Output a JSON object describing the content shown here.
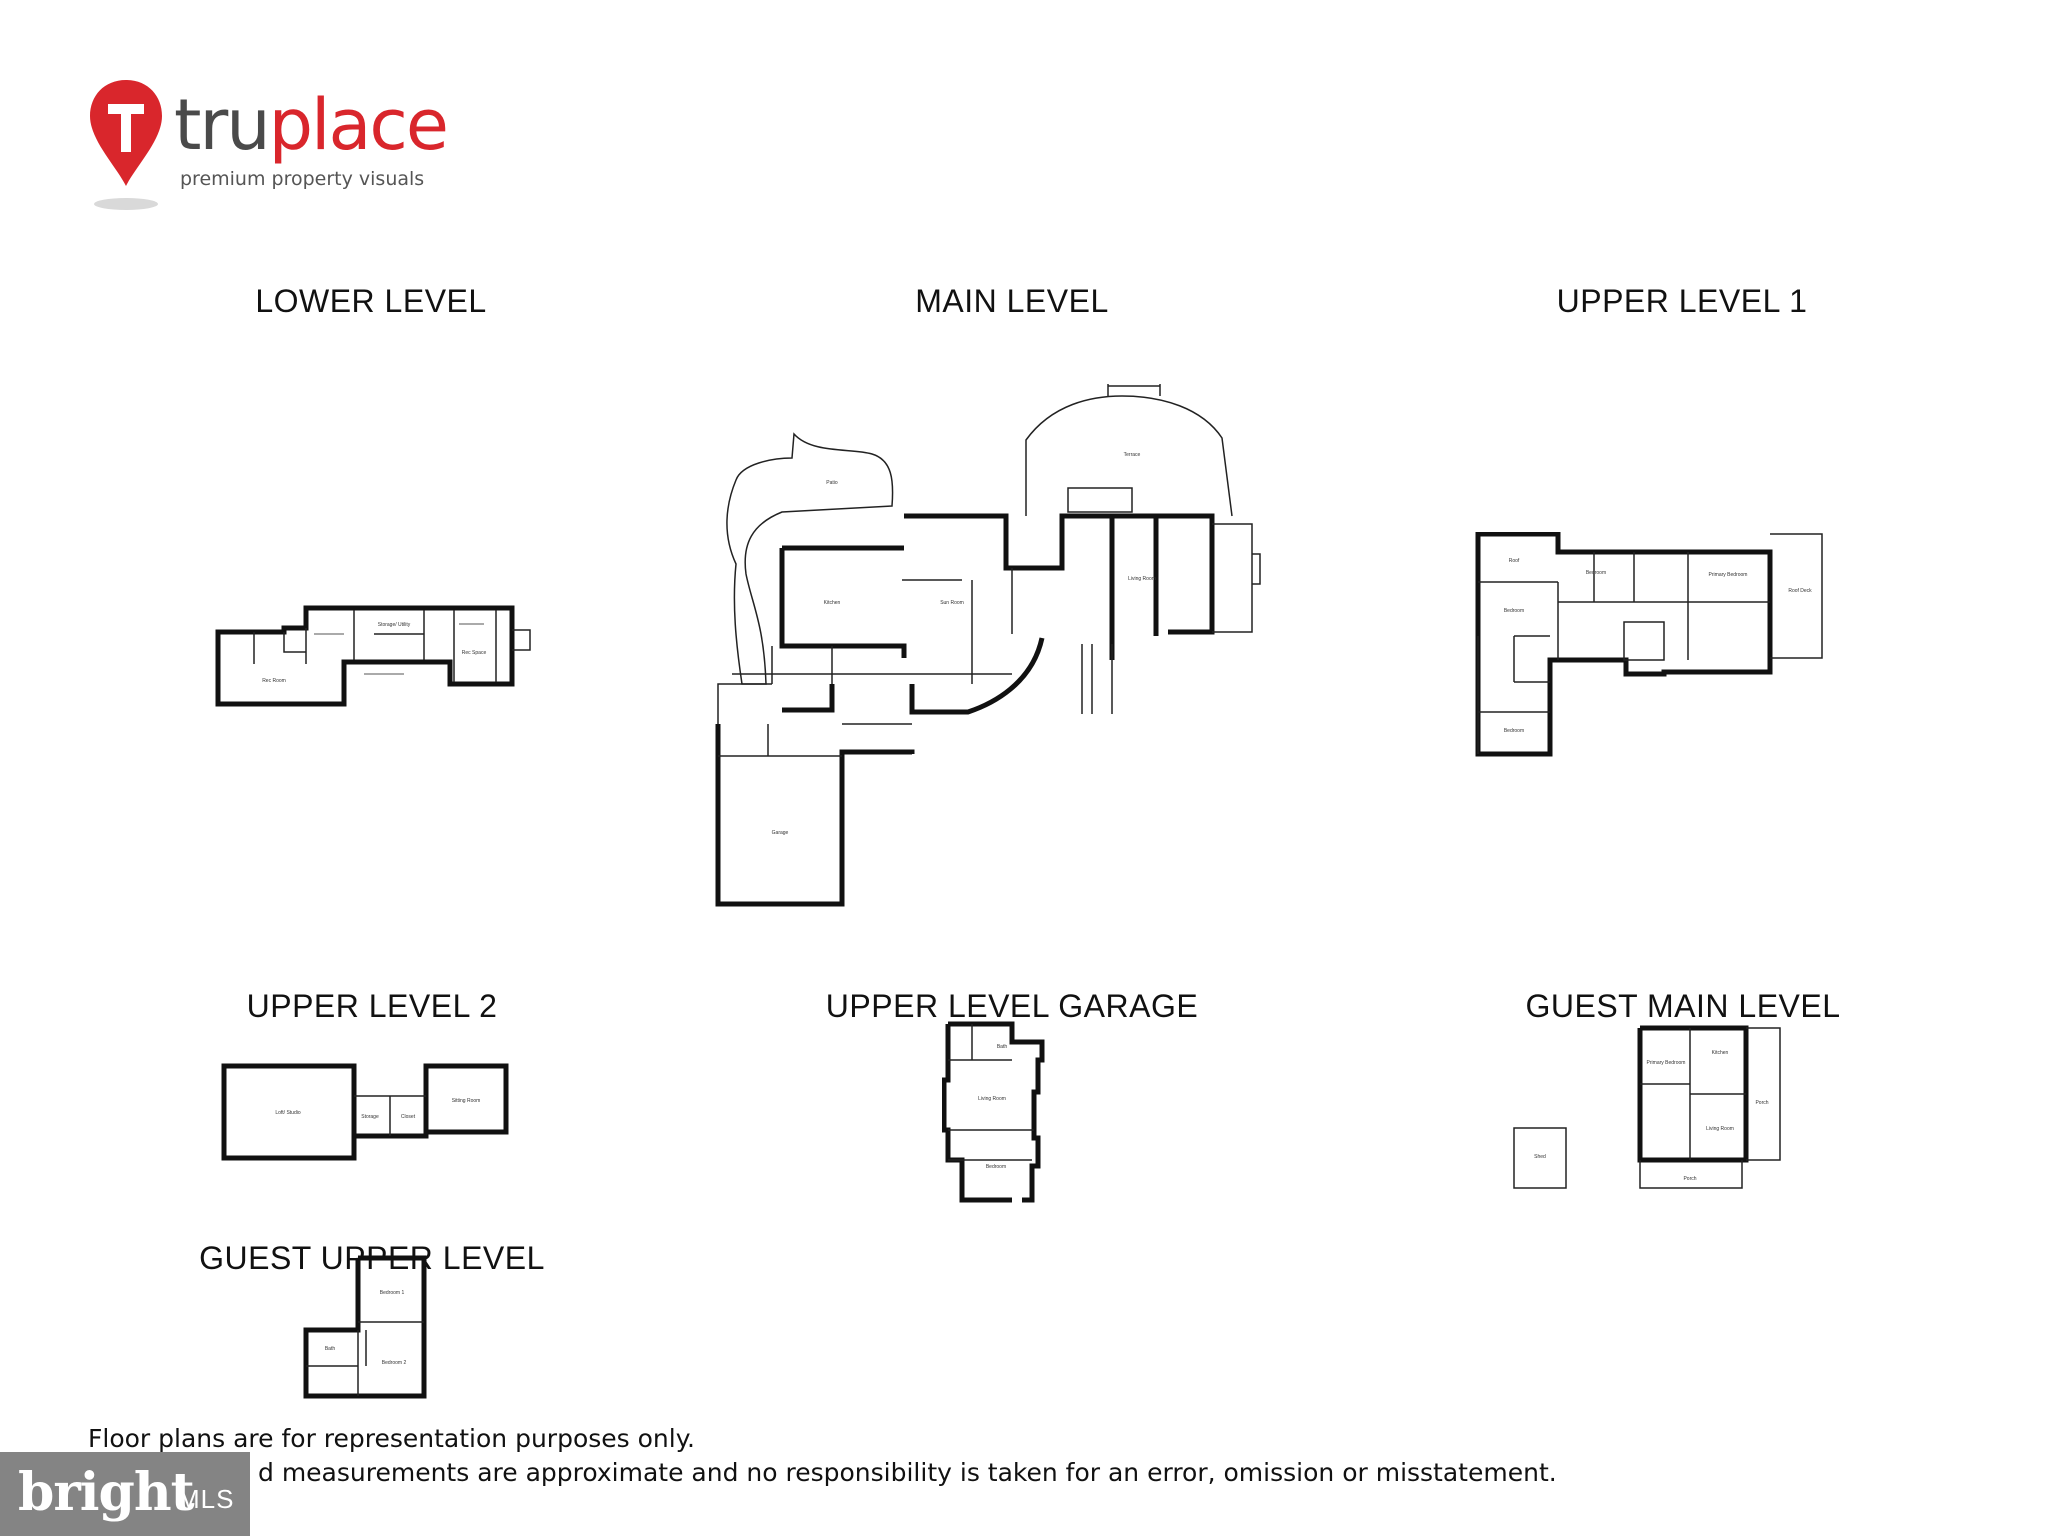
{
  "brand": {
    "name_part1": "tru",
    "name_part2": "place",
    "tagline": "premium property visuals",
    "color_red": "#d9262c",
    "color_gray": "#4a4a4a"
  },
  "levels": [
    {
      "title": "LOWER LEVEL"
    },
    {
      "title": "MAIN LEVEL"
    },
    {
      "title": "UPPER LEVEL 1"
    },
    {
      "title": "UPPER LEVEL 2"
    },
    {
      "title": "UPPER LEVEL GARAGE"
    },
    {
      "title": "GUEST MAIN LEVEL"
    },
    {
      "title": "GUEST UPPER LEVEL"
    }
  ],
  "disclaimer": {
    "line1": "Floor plans are for representation purposes only.",
    "line2": "d measurements are approximate and no responsibility is taken for an error, omission or misstatement."
  },
  "watermark": {
    "word": "bright",
    "suffix": "MLS"
  }
}
